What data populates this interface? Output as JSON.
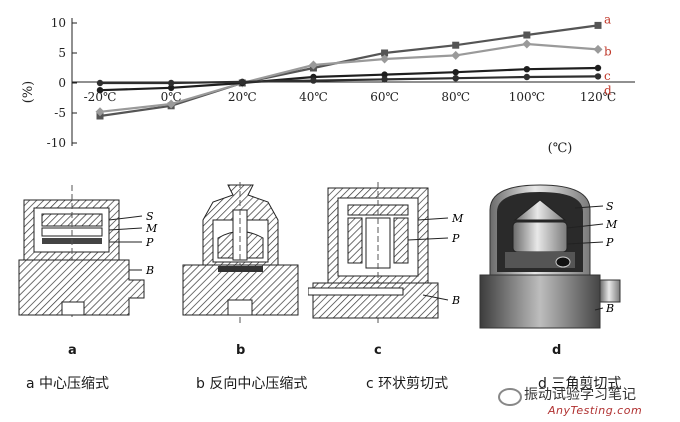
{
  "chart_data": {
    "type": "line",
    "ylabel": "(%)",
    "xunit": "(℃)",
    "x_labels": [
      "-20℃",
      "0℃",
      "20℃",
      "40℃",
      "60℃",
      "80℃",
      "100℃",
      "120℃"
    ],
    "y_ticks": [
      "10",
      "5",
      "0",
      "-5",
      "-10"
    ],
    "ylim": [
      -10,
      10
    ],
    "grid": false,
    "series": [
      {
        "name": "a",
        "color": "#555555",
        "marker": "square",
        "values": [
          -5.5,
          -3.8,
          0,
          2.5,
          5,
          6.3,
          8,
          9.6
        ]
      },
      {
        "name": "b",
        "color": "#9a9a9a",
        "marker": "diamond",
        "values": [
          -4.8,
          -3.5,
          0,
          3,
          4,
          4.6,
          6.5,
          5.6
        ]
      },
      {
        "name": "c",
        "color": "#1e1e1e",
        "marker": "circle",
        "values": [
          -1.2,
          -0.8,
          0,
          1,
          1.4,
          1.8,
          2.3,
          2.5
        ]
      },
      {
        "name": "d",
        "color": "#2f2f2f",
        "marker": "circle",
        "values": [
          0,
          0,
          0.2,
          0.4,
          0.6,
          0.8,
          1.0,
          1.1
        ]
      }
    ]
  },
  "figures": [
    {
      "letter": "a",
      "caption": "a 中心压缩式",
      "labels": [
        "S",
        "M",
        "P",
        "B"
      ]
    },
    {
      "letter": "b",
      "caption": "b 反向中心压缩式",
      "labels": []
    },
    {
      "letter": "c",
      "caption": "c 环状剪切式",
      "labels": [
        "M",
        "P",
        "B"
      ]
    },
    {
      "letter": "d",
      "caption": "d 三角剪切式",
      "labels": [
        "S",
        "M",
        "P",
        "B"
      ]
    }
  ],
  "watermark": {
    "brand": "振动试验学习笔记",
    "site": "AnyTesting.com"
  }
}
